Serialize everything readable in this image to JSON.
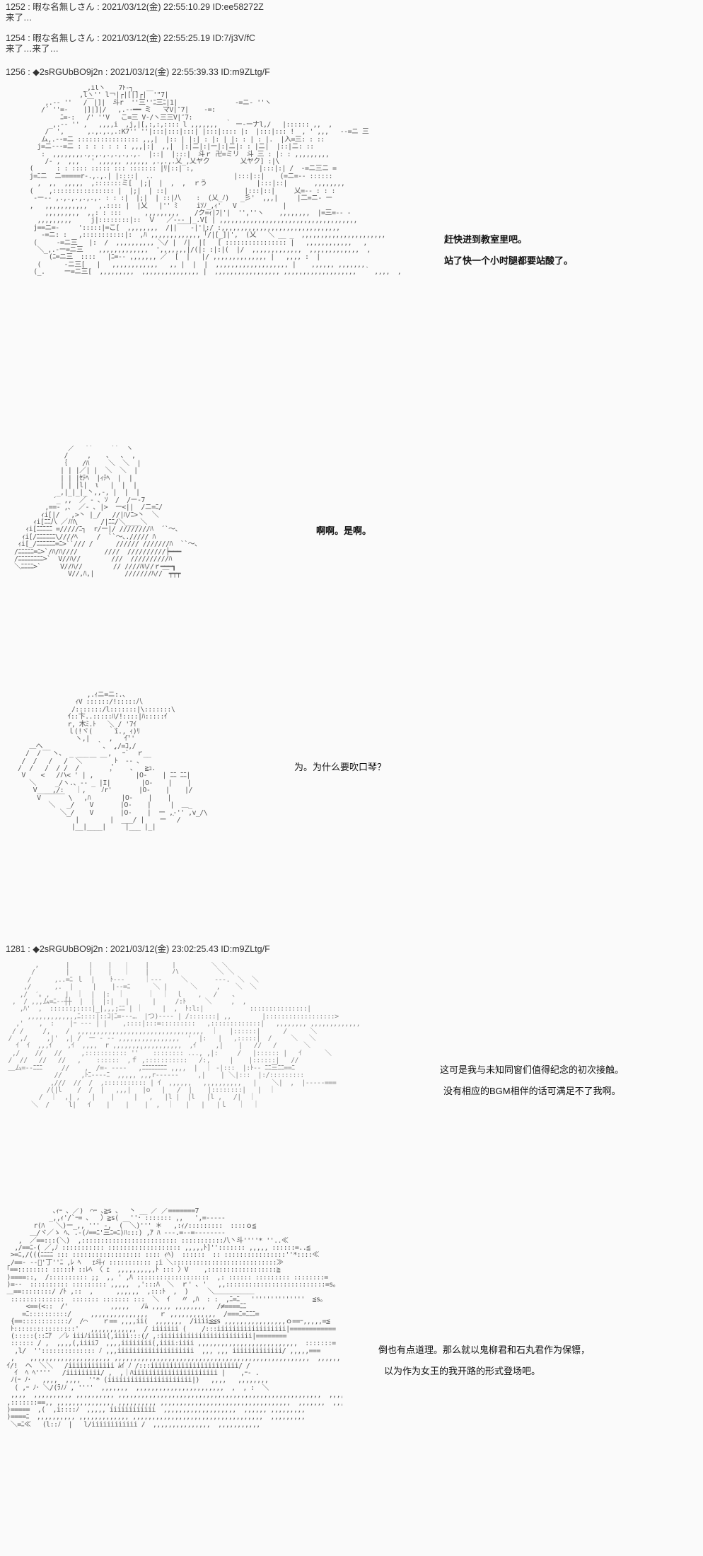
{
  "posts": [
    {
      "header": "1252 : 暇な名無しさん : 2021/03/12(金) 22:55:10.29 ID:ee58272Z",
      "body": "来了…"
    },
    {
      "header": "1254 : 暇な名無しさん : 2021/03/12(金) 22:55:25.19 ID:7/j3V/fC",
      "body": "来了…来了…"
    },
    {
      "header": "1256 : ◆2sRGUbBO9j2n : 2021/03/12(金) 22:55:39.33 ID:m9ZLtg/F",
      "body": ""
    },
    {
      "header": "1281 : ◆2sRGUbBO9j2n : 2021/03/12(金) 23:02:25.43 ID:m9ZLtg/F",
      "body": ""
    }
  ],
  "dialogue": {
    "scene1": [
      "赶快进到教室里吧。",
      "站了快一个小时腿都要站酸了。"
    ],
    "scene2": [
      "啊啊。是啊。"
    ],
    "scene3": [
      "为。为什么要吹口琴？"
    ],
    "scene4": [
      "这可是我与未知同窗们值得纪念的初次接触。",
      "没有相应的BGM相伴的话可满足不了我啊。"
    ],
    "scene5": [
      "倒也有点道理。那么就以鬼柳君和石丸君作为保镖，",
      "以为作为女王的我开路的形式登场吧。"
    ]
  },
  "art": {
    "scene1": "                  _,ilヽ￣￣7ﾄ‐┐_\n                 ,lヽ'' l￢|┌|[|]┌|￣'\"7|\n        ,.-‐ ''   /￣|]|  斗r  ''三''ﾆ三ﾆ|1|               -=ニ‐ ''ヽ\n       /´ ''=-    |]|]|/   ,.-‐━━ ミ   マV|″7|    -=:\n            ﾆ=-:   /' ''V   こ=三 V‐/ヽ三三V|″7:\n         _,.-‐ '' ,   ,,,,i  ,j,|[,:,:,:::: l ,,,,,,,  ｀ ー‐ーナl,/   |:::::: ,,  ,\n        /  ',      ,.,.,.,.:K7'' ''|:::|:::|:::| |:::|:::: |:  |:::|::: !  , ' ,,,   ‐‐=ニ 三\n       ム,.--=ニ :::::::::::::::: ,,,|  |:: | |:| : |: | |: : | : |.  |入=三: : ::\n      j=ニ‐‐-=ニ : : : : : : : ,,,|:|  ,,|  |:|ニ|:|ー|:|ニ|: : |ニ|  |::|ニ: ::\n       :  ,,,,,,,,.,.,.,.,.,.,.,.  |::|  |:::|  斗ｒ 卍=ミリ  斗 三 : |: : ,,,,,,,,,\n        /‐ ,  ,,,   ' ,,,,,, ,,,,,, ,.,.,.乂_,乂ヤク        乂ヤク] :|\\\n    (      : : :::: ::::: ::: ::::::: |ﾘ|::| :,                 |:::|:| /  -=ニ三ニ =\n    j=ﾆニ  ニ=====r-.,.,.| |::::|  ..                     |:::|::|    (=ニ=-‐ ::::::\n      ,  ,,  ,,,,,  ,:::::::ミ[  |;|  |  ,  ,  ｒう             |:::|::|       ,,,,,,,,\n    (    ,:::::::::::::::: |  |;|  | ::|                    |:::|::|     乂=‐‐ : : :\n     ‐ー‐‐ ,.,.,.,.,.,. : : :|  |;|  | ::|八    :  (乂_ﾉ)   _彡'  ,,,|     |二=ニ‐ ー\n    ,   ,,,,,,,,,,,   ,.:::: |  |乂   |'' ﾐ     iｿﾉ_,ｨ'   V            |\n        ,,,,,,,,,  ,,: : :::      ,,,,,,,,,    /ク=ｨ|ﾌ|'|  '',''ヽ    ,,,,,,,,  |=三=‐‐ -\n      ,,,,,,,,,     j|::::::::|::  Ｖ   ／‐‐‐ |_.V[ | ,,,,,,,,,,,,,,,,,,,,,,,,,,,,,,,,,,,,\n     j==ニ=-     ':::::|=こ[  ,,,,,,,,  /||￣￣‐|'|:/ :,,,,,,,,,,,,,,,,,,,,,,,,,,,,,,,\n       ‐=ニ: :   ,:::::::::::|:  ,ﾊ ,,,,,,,,,,,,, ｢/|[_]|',  (乂   ＼ __ _  ,,,,,,,,,,,,,,,,,,,,,,\n     (     ‐=ニ三   |:  /  ,,,,,,,,,, ＼/ |  ﾉ|  |[   [ :::::::::::::::: |   ,,,,,,,,,,,,   ,\n      ＼_,.-ー=ニ三    ,,,,,,,,,,,,,  ',,,,,,,|/(|: :|:|(  |/  ,,,,,,,,,,,,,  ,,,,,,,,,,,,,  ,\n         (ﾆ=ニ三  ::::   |ﾆ=‐‐ ,,,,,,, ／  [  |   |/ ,,,,,,,,,,,,,, |   ,,,, :  |\n      (      ‐ニ三[   |   ,,,,,,,,,,,,   ,, |  |  |  ,,,,,,,,,,,,,,,,,,, |    ,,,,,, ,,,,,,,\n     (_.     ー=ニ三[  ,,,,,,,,,  ,,,,,,,,,,,,,,, |  ,,,,,,,,,,,,,,,,, ,,,,,,,,,,,,,,,,,,,  ｀ ,,,,  ,",
    "scene2": "              ／￣ ``  ｀ ``  ヽ\n             /     ,    ､   ､  ,\n            ｛    /ﾊ     ＼  ＼  |\n            | | |／| |  ＼  ＼  |\n            | | |ｾﾃﾍ  |ｨﾃﾍ  |  |\n            | | |l|  ι   |  |  |\n           _,|_|_|_丶,,‐, |  |  |\n          ´_ ,,  ／ ‐ ､ ｿ  /  /ー‐7\n        ,==‐ ,､  ／‐ ､ |>  ー<||  /ニ=ﾆ/\n       ｨi[|/   ,>丶 |_/   //|ﾊ/ﾆ>丶  ＼\n     ｨi[ﾆﾆ八 ／ﾉﾊ\\      /|ﾆﾆ/＼____＼\n   ｨi[ﾆﾆﾆﾆﾆ =/////ﾆ┐  r/ー|/ ////////ﾊ  ´`～､\n  ｨi[/ﾆﾆﾆﾆﾆﾆ\\////ﾍ     /  ``～､.///// ﾊ\n ｨi[_/ﾆﾆﾆﾆﾆﾆ=ﾆ>``/// /      ////// ///////ﾊ  ``～､\n/ﾆﾆﾆﾆﾆ=ﾆ>`/ﾊ/ﾊ////       ////  //////////┝━━━\n/ﾆﾆﾆﾆﾆﾆﾆﾆ>`  V//ﾊ//        ///  //////////ﾊ\n＼ﾆﾆﾆﾆ>`     V//ﾊ//        // ////ﾊﾊ//ｒ━━━┓\n              V//,ﾊ,|        ///////ﾊ//￣┯┯┯",
    "scene3": "                  ,.ｨニ=ニ:.、\n               ｨV ::::::/!:::::八\n              /:::::::/l:::::::|\\:::::::\\\n             ｲ::卞..:::::ﾊ/!::::|ﾊ:::::ｲ\n             r, 木ﾐ.ﾄ   ＼_/ '7ｲ\n             ｌ(!ヾ(    ｀i.,_ｨ)ﾘ\n               ヽ,|     ,   ｲ''\n   ＿へ__            ｀､  ,/=ｺ,/\n  /  /   ヽ、 _ ___     ,｀ ｰ`  ｒ__\n /  /   /   /  ＼  ￣ ￣  ﾄ  ‐‐ ､\n/  /   /  / /  /        ,ﾟ    ､   ≧ｭ.\n V    <   /ハ< ' | ,           |O-    | ﾆﾆ ﾆﾆ|\n   ＼     _/ヽ.、‐‐ _ |I|        |O-    |    |\n    V____,/:   ｜,    ﾉr'       |O-    |    |/\n     V ￣￣￣ \\   ,ﾊ        |O-    |    |\n        ＼   _/    V       |O-    |     |  ＿_\n           ＼_/    V       |O-    |  ー ,-'' ,v_/\\\n               |        |  ___/ |    ー ｀/\n              |__|____|     |___ |_|",
    "scene4": "        ,       |     |    |   ｜    |      |         ＼ ＼\n       /        |     |    |   ｜    |      ハ          ＼ ＼\n      /      ,..=ﾆ ｌ  |    ﾄ‐‐-     ｜‐‐-     ＼       ‐‐-.  ＼  ＼\n     ,/      ,.  |     |    |‐‐=ﾆ      ＼ |      ＼     ,    ＼  ＼\n    ,/  ′｡ ,    |  ｜  |  |:  ｜      ｜  ｜  ｌ    ,   /    ､\n  ,  / ,,,ム=ﾆ‐‐┼┼  |  |  |:|   |      |     /:ﾄ     ＼     ,  ,\n    ,ﾊ'  ,  ::::::;::::|_|,,,;ﾆﾆ | ｜     |  ,  ﾄ:l:|            :::::::::::::::|\n      ,,,,,,,,,,,,,ﾆ::::|::ｺ|ﾆ=‐‐-…  |つ)‐‐‐‐ | /:::::::| ,,        |::::::::::::::::::>\n   ,'    ,  :    |ｰ --‐ | |    ,::::|:::=:::::::::   ,:::::::::::::|   ,,,,,,,, ,,,,,,,,,,,,,\n  / /     /,    /  ,,,,,,,,,,,,,,,,,,,,,,,,,,,,,,,,,  ｜   |::::::|      /      ＼\n /  ,/     ,|'  ,| /  ー ‐ ‐‐ ,,,,,,,,,,,,,,,,  '  |:   |   ,:::::|  /     ＼   ＼\n   ｲ  ｲ  ,,,ｲ    ,ｲ  ,,,,  r ,,,,,,,,,,,,,,,,,,  ,ｲ     ,|    |   //   /       ＼\n  ,/    //   //     ,::::::::::: ''｀  :::::::: ..., ,|:     /   |:::::: |   ｲ      ＼\n /  //   //   //   ,    ::::::  ,ｆ ,:::::::::::   /:,     |    |::::::|   //\n ＿ム=‐‐ﾆﾆﾆ     //    ,  /=‐ -‐‐-   ,ﾆﾆﾆﾆﾆﾆﾆﾆ ,,,,  |  ｜ ‐|:::  |:ﾄ‐‐ ﾆﾆ三ﾆﾆ==ﾆ\n             //     ,ﾄﾆ‐‐‐-ﾆ  ,,,,, ,,,r--‐‐‐-     ,|    | ＼|:::  |:/:::::::::\n            ,///  //  /  ,::::::::::: | ｲ  ,,,,,,   ,,,,,,,,,,   |    ＼|  ,  |‐‐‐‐-===\n           /(|l    /  /  |   ,,,|   |o   |   /  |    |::::::::|   |  ｜\n         /  ｜  ,| ,   |    |     |   ,   |l |  |l   |l ,   /|  ｜ \n       ＼  /     l|   ｲ    |    |    |  ,  ｜   |   |   |ｌ   ｜  ｜",
    "scene5": "             ､ｨｰ ､ ／)￣⌒ｰ ､≧s ､ ｀丶 __ ／ ／=======7\n            _,,ｨ'/`ｰ= ､   ）≧s(   ''･ ::::::: ,,   ',=-‐‐‐‐\n        r(ﾊ   ＼)ー_,, ''' -,  (￣＼)''' ＊   ,:ｨ/:::::::::  ::::ｏ≦\n       ＿/ヾ／ゝ ﾍ､ .-(ﾉ==ﾆ'三ﾆ=ﾆ)ﾊ:::) ,ｱ ﾊ ‐‐-.=‐‐=‐‐‐‐‐‐‐‐\n    ,  ／==:::(＼)  ,::::::::::::::::::::::::: :::::::::::八丶斗''''* ''..≪\n   ,/==ﾆ‐( ／,ﾉ ::::::::::: ::::::::::::::::::: ,,,,,ﾄ]''::::::: ,,,,, ::::::=..≦\n  >=ﾆ,/(((ﾆﾆﾆﾆ ::: :::::::::::::::::: :::: ｨﾍ)  ::::::  :: ::::::::::::::::''*::::≪\n  /==‐ ‐‐ﾟ'丁''ﾆ ,ﾚ ﾍ   ｪ斗ｨ ::::::::::: ;i ＼:::::::::::::::::::::::::::≫\n ｢==:::::::: :::::ﾄ ::ﾚﾍ 〈 ｪ  ,,,,,,,,,,ﾄ ::: 〉V    ,::::::::::::::::::≧\n )====::,  /:::::::::: ;;  ,, ' ,ﾊ :::::::::::::::::::  ,: :::::: ::::::::: ::::::::=\n )=‐‐  :::::::::: ::::::::: ,,,,,  ,':::ﾊ  ＼  ｒ' ､ '   ,,::::::::::::::::::::::::::=s。\n ＿==::::::::/ /ﾄ ,::  ,      ,,,,,,  ,:::ﾄ  ,  )     ＼＿＿＿＿＿＿\n  ::::::::::::::  ::::::: ::::::: :::  ＼  ｲ   〃 ,ﾊ  : :  ,ﾆ=ﾆ   ''''''''''''''  ≦s。\n      <==(<::  /'           ,,,,,   /ﾑ ,,,,, ,,,,,,,,   /≠====ﾆﾆ\n     =ﾆ::::::::::/     ,,,,,,,,,,,,,,,   ｒ ,,,,,,,,,,,,  /===ﾆ=ﾆﾆﾆ=\n  {==::::::::::::/  /⌒    ｒ== ,,,,ii(  ,,,,,,,  /iiii≦≦s ,,,,,,,,,,,,,,,,ｏ==ｰ,,,,,=≦\n  ﾄ::::::::::::::::'   ,,,,,,,,,,,,  / iiiiiii (    /:::iiiiiiiiiiiiiiiiii|============\n  (:::::(::ﾆｱ  ／ﾚ iiiﾉiiiii(,iiii:::(/ ,:iiiiiiiiiiiiiiiiiiiiiiii|========\n  :::::: / ,  ,,,,(,iiiiﾌ  ,,,,iiiiiiii(,iiii:iiii ,,,,,,,,,,,,,,,,,,,,,,,,,,  :::::::=\n   ,l/  '':::::::::::::: ﾉ ,,,iiiiiiiiiiiiiiiiiiii  ,,, ,,, iiiiiiiiiiiii/ ,,,,,===\n  ,    ,,,,,,,,,,,,,,,,,,,,, ,,,,,,,,,,,,,,,,,,,,,,,,,,,,,,,,,,,,,,,,,,,,,,,,,,,  ,,,,,,\n ｲ/!  ヘ  ＼＼   /iiiiiiiiiiii ﾑｲ ﾉ /:::iiiiiiiiiiiiiiiiiiiiiii/ /\n   ｲ  ﾍ ﾍ''''   /iiiiiiiii/ ,  ,｜ﾊiiiiiiiiiiiiiiiiiiiiii |    ,ｰ‐ .\n  ﾉ(ｰ ﾉ･   ,,,,  ,,,,  ''* (iiiiiiiiiiiiiiiiiiiiii|)   ,,,,   ,,,,,,,,\n   ( ,ｰ ﾉ･ ＼/(ﾗﾉﾉ , ''''  ,,,,,,,  ,,,,,,,,,,,,,,,,,,,,,,,  ,  , :  ＼\n  ,,,,  ,,,,,,,,,, ,,,,,,,,,, ,,,,,,,,,,,,,,,,,,,,,,,,,,,,,,,,,,,,,,,,,,,,,,,,,,,,,  ,,,,\n ,:::::::==,, ,,,,,,,,,,,,,,, ,,,,,,,,,, ,,,,,,,,,,,,,,,,,,,,,,,,,,,,,,,,,,  ,,,,,,,  ,,,,,\n )=====  ,(  ,i::::ﾉ  ,,,,, iiiiiiiiiiii  ,,,,,,,,,,,,,,,,,,,  ,,,,,, ,,,,,,,,,\n )====ﾆ  ,,,,,,,,,, ,,,,,,,,,,,,, ,,,,,,,,,,,,,,,,,,,,,,,,,,,,,,,,,,  ,,,,,,,,,\n  ＼=ﾆ≪   (l::ﾉ  |   l/iiiiiiiiiiii /  ,,,,,,,,,,,,,,,  ,,,,,,,,,,,"
  }
}
